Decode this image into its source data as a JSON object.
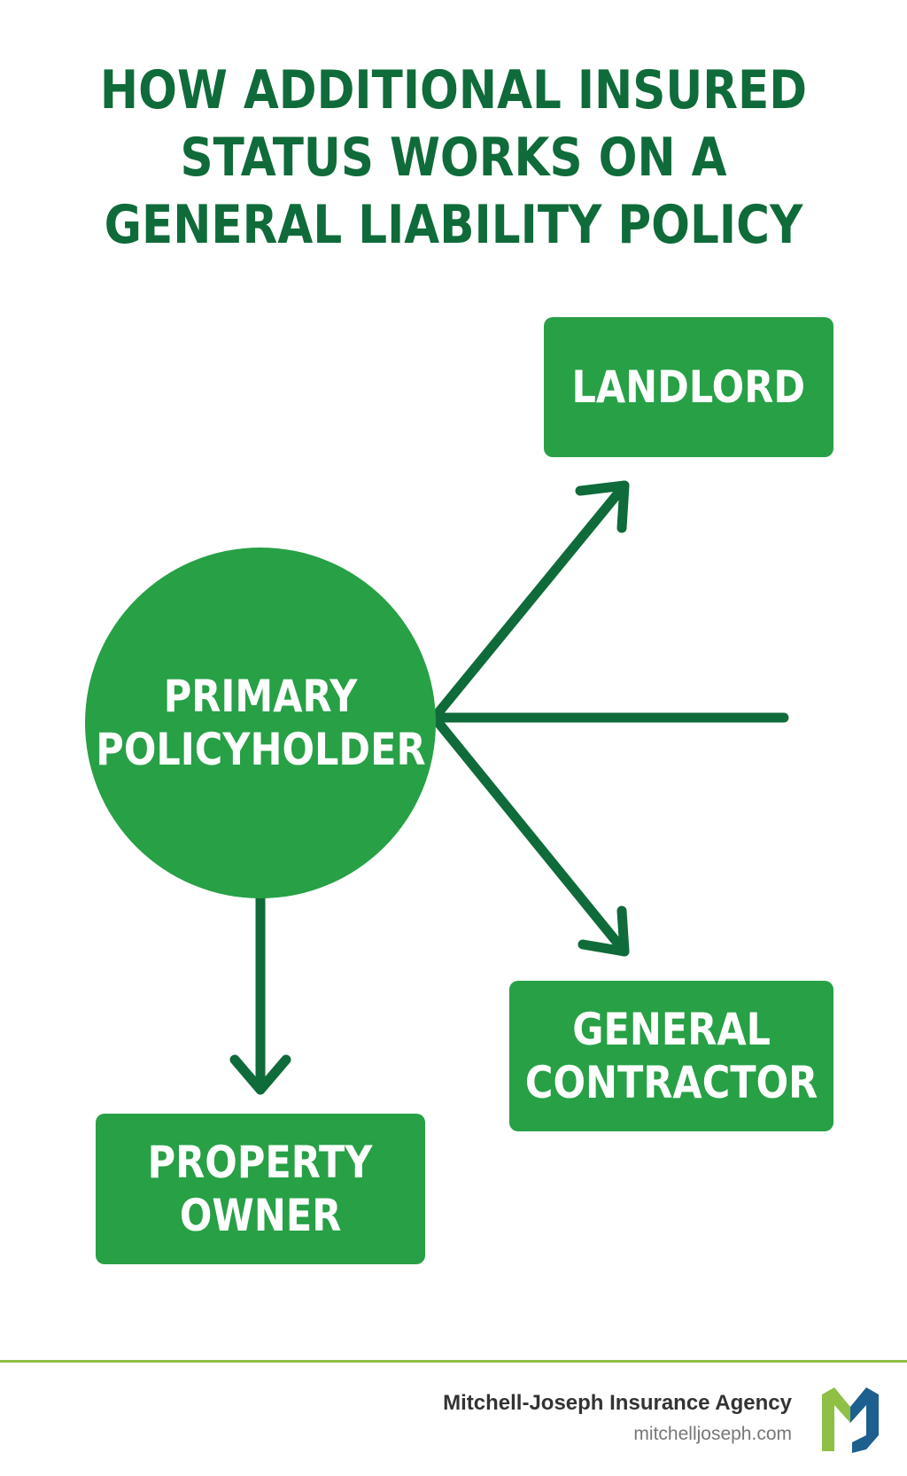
{
  "title": {
    "lines": [
      "HOW ADDITIONAL INSURED",
      "STATUS WORKS ON A",
      "GENERAL LIABILITY POLICY"
    ]
  },
  "diagram": {
    "center": {
      "lines": [
        "PRIMARY",
        "POLICYHOLDER"
      ]
    },
    "nodes": {
      "landlord": {
        "lines": [
          "LANDLORD"
        ]
      },
      "general_contractor": {
        "lines": [
          "GENERAL",
          "CONTRACTOR"
        ]
      },
      "property_owner": {
        "lines": [
          "PROPERTY",
          "OWNER"
        ]
      }
    }
  },
  "footer": {
    "agency_name": "Mitchell-Joseph Insurance Agency",
    "url": "mitchelljoseph.com"
  },
  "colors": {
    "title": "#0f6b3a",
    "node_fill": "#27a046",
    "arrow": "#0f6b3a",
    "divider": "#8fbf45",
    "logo_green": "#8fbf45",
    "logo_blue": "#1d5f8f"
  }
}
